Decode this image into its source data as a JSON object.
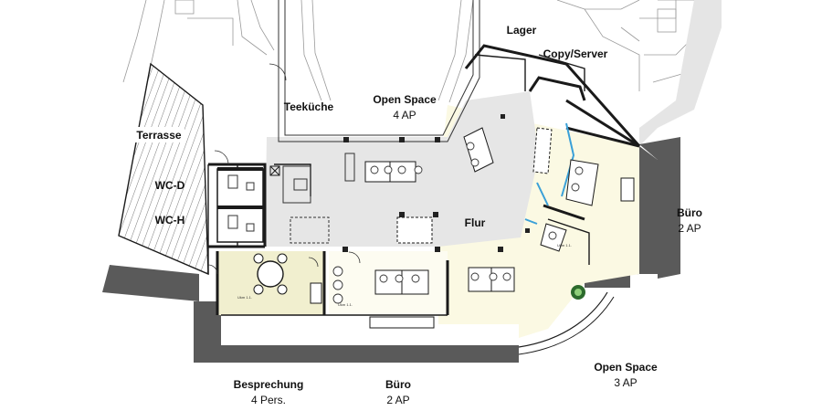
{
  "labels": {
    "lager": "Lager",
    "copy_server": "Copy/Server",
    "open_space_top": "Open Space",
    "open_space_top_capacity": "4 AP",
    "teekueche": "Teeküche",
    "terrasse": "Terrasse",
    "wc_d": "WC-D",
    "wc_h": "WC-H",
    "flur": "Flur",
    "buero_right": "Büro",
    "buero_right_capacity": "2 AP",
    "besprechung": "Besprechung",
    "besprechung_capacity": "4 Pers.",
    "buero_bottom": "Büro",
    "buero_bottom_capacity": "2 AP",
    "open_space_bottom": "Open Space",
    "open_space_bottom_capacity": "3 AP"
  },
  "colors": {
    "wall": "#5a5a5a",
    "wall_line": "#1a1a1a",
    "corridor": "#e6e6e6",
    "office_tint": "#fbf9e3",
    "meeting_tint": "#f1efcf",
    "glass": "#3aa0d8",
    "hatch": "#555555"
  }
}
